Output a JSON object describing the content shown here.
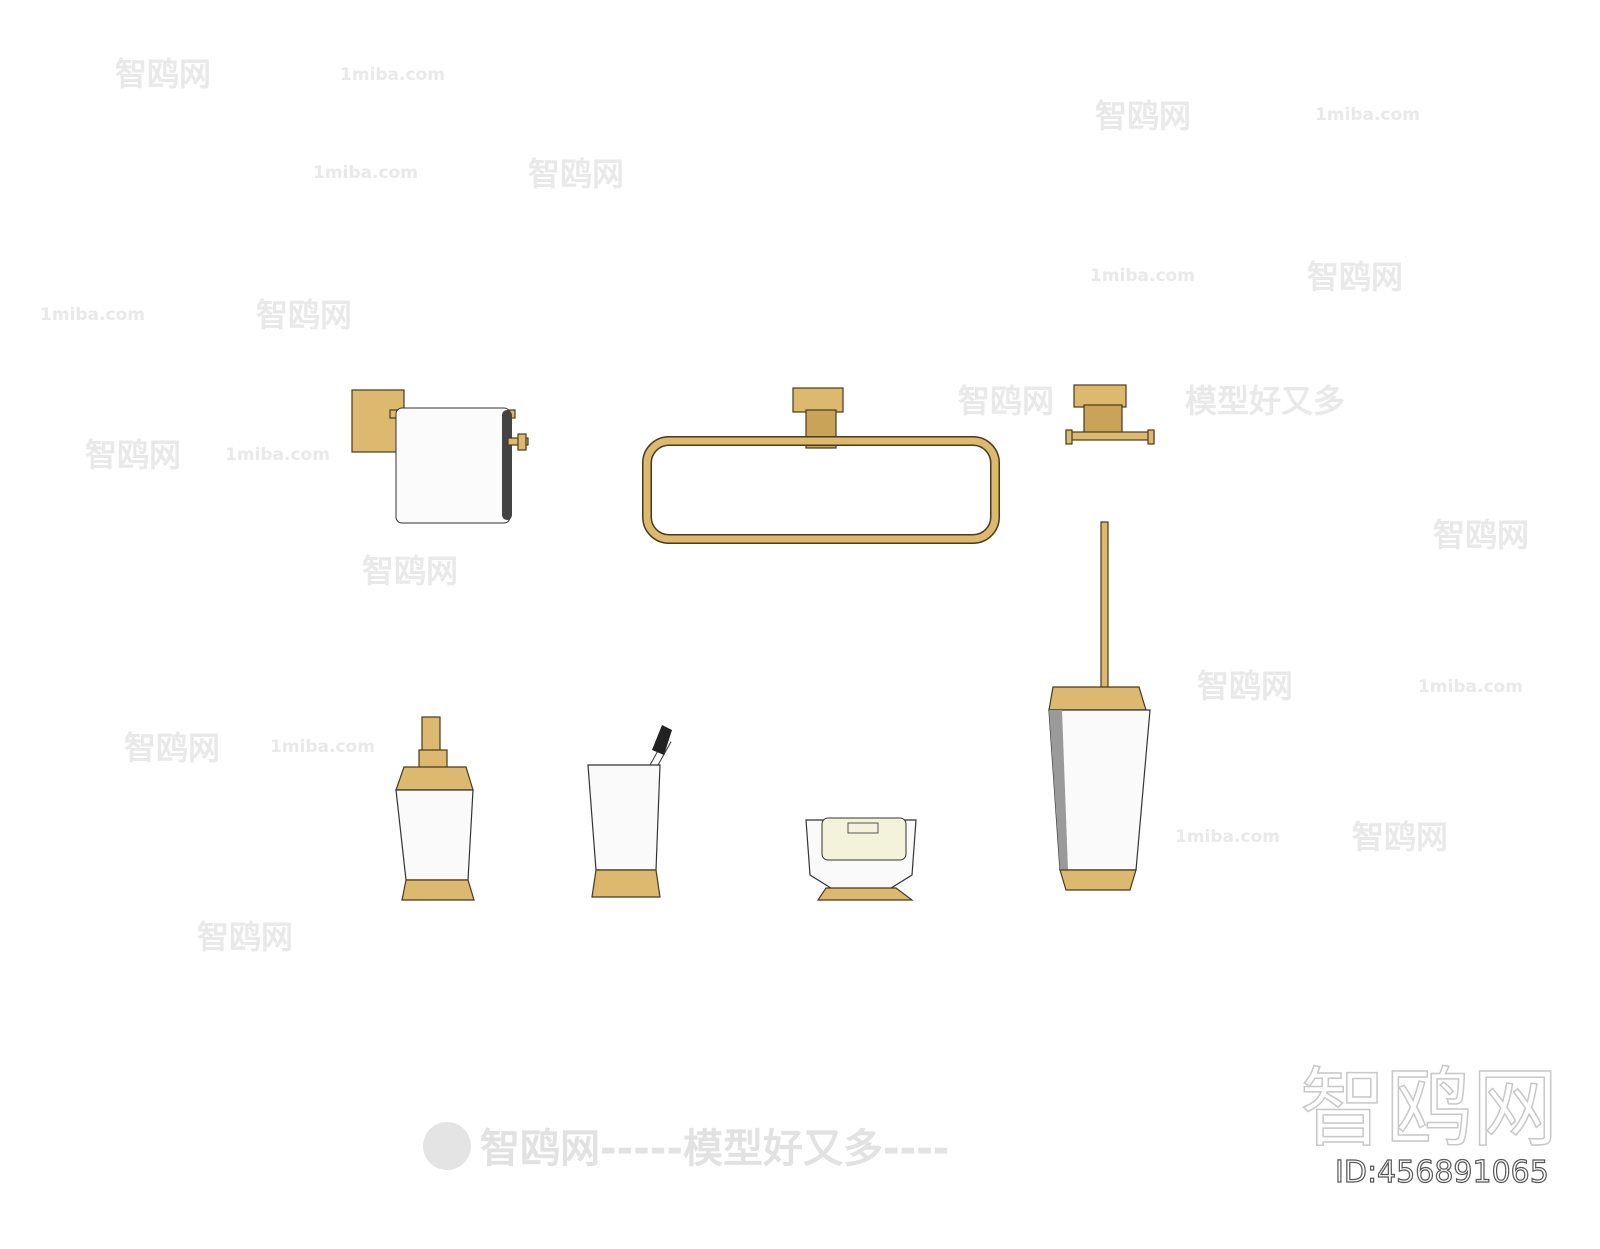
{
  "watermarks": {
    "brand_cn": "智鸥网",
    "site": "1miba.com",
    "slogan": "模型好又多",
    "footer": "智鸥网-----模型好又多----",
    "id_label": "ID:456891065"
  },
  "colors": {
    "gold": "#dcb96e",
    "white_ceramic": "#fafafa",
    "soap": "#f3f3dc",
    "watermark": "#e9e9e9"
  },
  "objects": [
    "toilet-paper-holder",
    "towel-ring",
    "robe-hook",
    "toilet-brush",
    "soap-dispenser",
    "toothbrush-cup",
    "soap-dish"
  ]
}
